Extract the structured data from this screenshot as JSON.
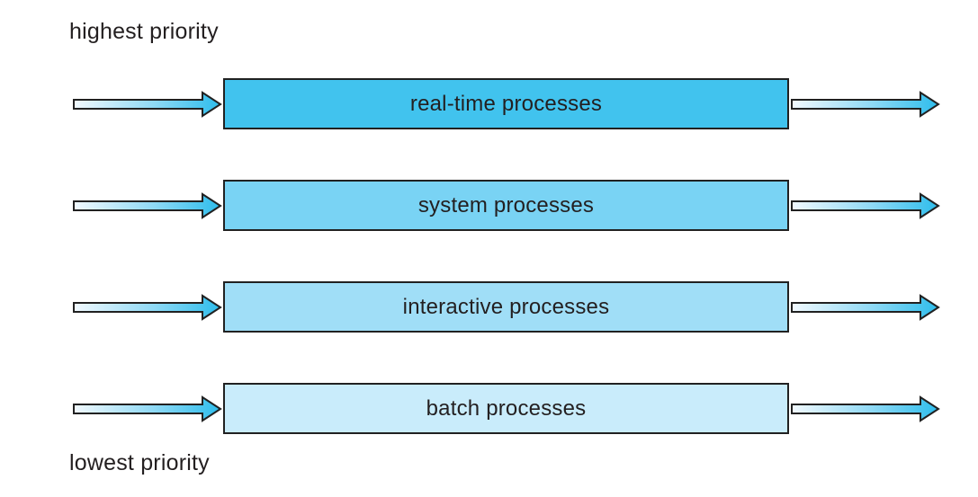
{
  "labels": {
    "top": "highest priority",
    "bottom": "lowest priority"
  },
  "diagram": {
    "type": "multilevel-queue-scheduling",
    "queues": [
      {
        "label": "real-time processes",
        "fill": "#41c3ee"
      },
      {
        "label": "system processes",
        "fill": "#79d3f4"
      },
      {
        "label": "interactive processes",
        "fill": "#a0def7"
      },
      {
        "label": "batch processes",
        "fill": "#c9ecfb"
      }
    ],
    "colors": {
      "outline": "#212121",
      "text": "#231f20",
      "background": "#ffffff",
      "arrow_gradient_start": "#f2f9fe",
      "arrow_gradient_mid": "#8ed9f5",
      "arrow_gradient_end": "#2ebdec"
    }
  }
}
